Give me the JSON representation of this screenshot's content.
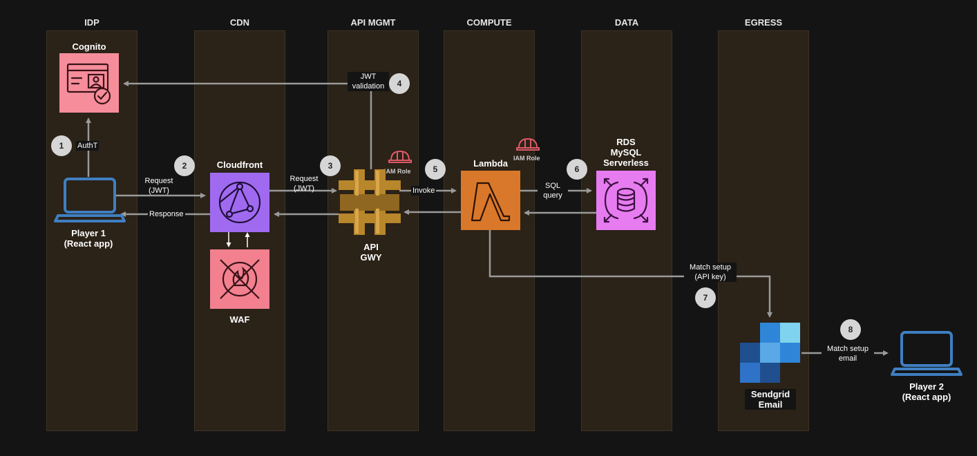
{
  "lanes": [
    {
      "title": "IDP"
    },
    {
      "title": "CDN"
    },
    {
      "title": "API MGMT"
    },
    {
      "title": "COMPUTE"
    },
    {
      "title": "DATA"
    },
    {
      "title": "EGRESS"
    }
  ],
  "nodes": {
    "cognito": "Cognito",
    "cloudfront": "Cloudfront",
    "waf": "WAF",
    "api_gwy_line1": "API",
    "api_gwy_line2": "GWY",
    "lambda": "Lambda",
    "rds_line1": "RDS",
    "rds_line2": "MySQL",
    "rds_line3": "Serverless",
    "sendgrid_line1": "Sendgrid",
    "sendgrid_line2": "Email",
    "player1_line1": "Player 1",
    "player1_line2": "(React app)",
    "player2_line1": "Player 2",
    "player2_line2": "(React app)"
  },
  "iam_roles": {
    "api": "IAM Role",
    "lambda": "IAM Role"
  },
  "edges": {
    "autht": "AuthT",
    "request1_line1": "Request",
    "request1_line2": "(JWT)",
    "response": "Response",
    "request2_line1": "Request",
    "request2_line2": "(JWT)",
    "jwt_line1": "JWT",
    "jwt_line2": "validation",
    "invoke": "Invoke",
    "sql_line1": "SQL",
    "sql_line2": "query",
    "match_line1": "Match setup",
    "match_line2": "(API key)",
    "email_line1": "Match setup",
    "email_line2": "email"
  },
  "steps": [
    "1",
    "2",
    "3",
    "4",
    "5",
    "6",
    "7",
    "8"
  ],
  "colors": {
    "background": "#141414",
    "lane": "#2b2218",
    "cognito": "#f58d9a",
    "cloudfront": "#a06af0",
    "waf": "#f2808f",
    "api_gateway": "#b8862b",
    "lambda": "#d9782a",
    "rds": "#e77cf0",
    "sendgrid": "#2f73c9",
    "laptop": "#3f7fc2",
    "arrow": "#9a9a9a"
  }
}
